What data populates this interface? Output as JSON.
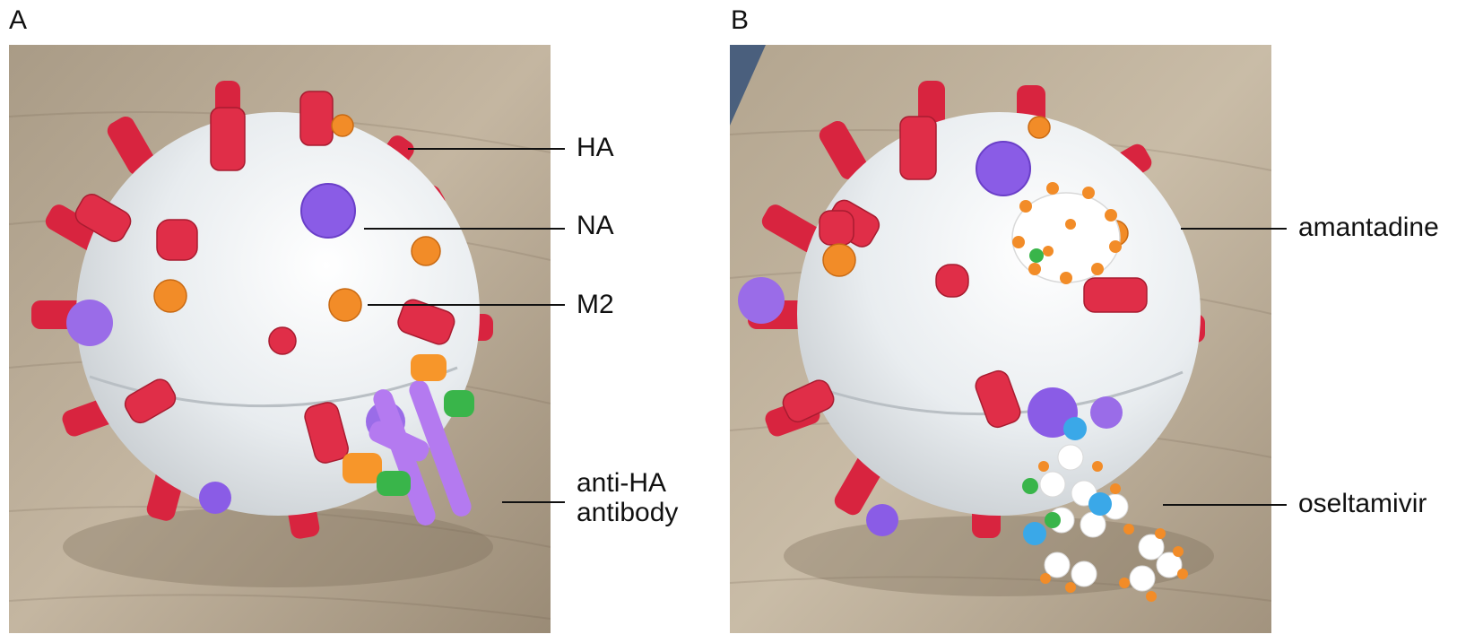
{
  "panels": [
    {
      "letter": "A"
    },
    {
      "letter": "B"
    }
  ],
  "labels": {
    "ha": "HA",
    "na": "NA",
    "m2": "M2",
    "antibody_line1": "anti-HA",
    "antibody_line2": "antibody",
    "amantadine": "amantadine",
    "oseltamivir": "oseltamivir"
  },
  "colors": {
    "ha_spike": "#d8243f",
    "na_spike": "#8a5ce6",
    "m2_channel": "#f28c28",
    "sphere": "#eef1f4",
    "wood": "#b7a893",
    "antibody_body": "#b47af0",
    "antibody_tip": "#f7962a",
    "antibody_end": "#39b54a",
    "drug_white": "#ffffff",
    "drug_orange": "#f28c28",
    "drug_blue": "#3aa8e8",
    "drug_green": "#39b54a"
  }
}
